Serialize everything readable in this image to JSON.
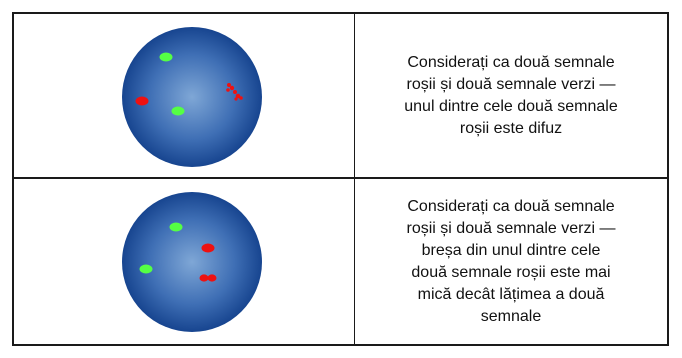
{
  "rows": [
    {
      "caption": "Considerați ca două semnale\nroșii și două semnale verzi —\nunul dintre cele două semnale\nroșii este difuz",
      "signals": {
        "red": 2,
        "green": 2
      },
      "signal_colors": {
        "red": "#ee1111",
        "green": "#55ff44"
      }
    },
    {
      "caption": "Considerați ca două semnale\nroșii și două semnale verzi —\nbreșa din unul dintre cele\ndouă semnale roșii este mai\nmică decât lățimea a două\nsemnale",
      "signals": {
        "red": 2,
        "green": 2
      },
      "signal_colors": {
        "red": "#ee1111",
        "green": "#55ff44"
      }
    }
  ],
  "nucleus_colors": {
    "center": "#7fa7d6",
    "edge": "#0d3a86"
  }
}
